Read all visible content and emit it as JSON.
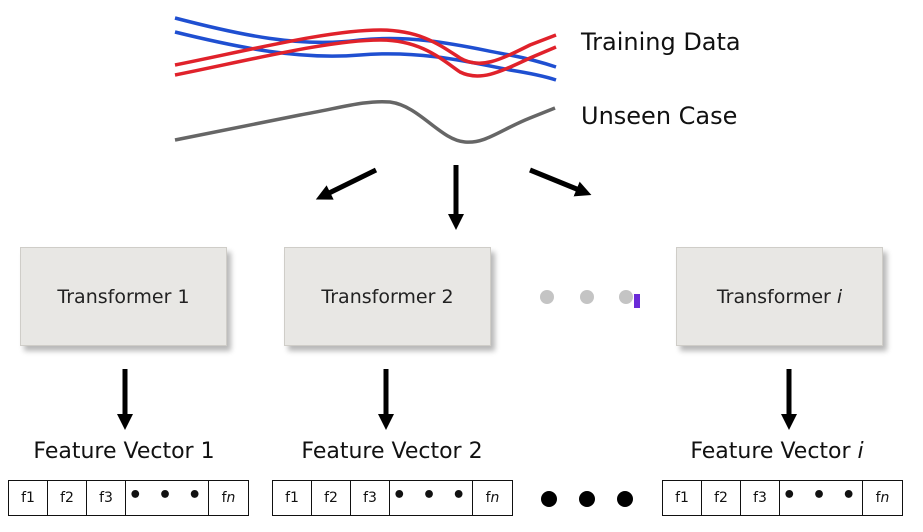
{
  "legend": {
    "training": "Training Data",
    "unseen": "Unseen Case"
  },
  "colors": {
    "training_blue": "#1f4fd1",
    "training_red": "#e0222b",
    "unseen_gray": "#666666"
  },
  "transformers": [
    {
      "label": "Transformer 1"
    },
    {
      "label": "Transformer 2"
    },
    {
      "label_prefix": "Transformer ",
      "label_suffix": "i"
    }
  ],
  "feature_vectors": [
    {
      "label": "Feature Vector 1",
      "cells": [
        "f1",
        "f2",
        "f3",
        "• • •"
      ],
      "last_prefix": "f",
      "last_suffix": "n"
    },
    {
      "label": "Feature Vector 2",
      "cells": [
        "f1",
        "f2",
        "f3",
        "• • •"
      ],
      "last_prefix": "f",
      "last_suffix": "n"
    },
    {
      "label_prefix": "Feature Vector ",
      "label_suffix": "i",
      "cells": [
        "f1",
        "f2",
        "f3",
        "• • •"
      ],
      "last_prefix": "f",
      "last_suffix": "n"
    }
  ]
}
